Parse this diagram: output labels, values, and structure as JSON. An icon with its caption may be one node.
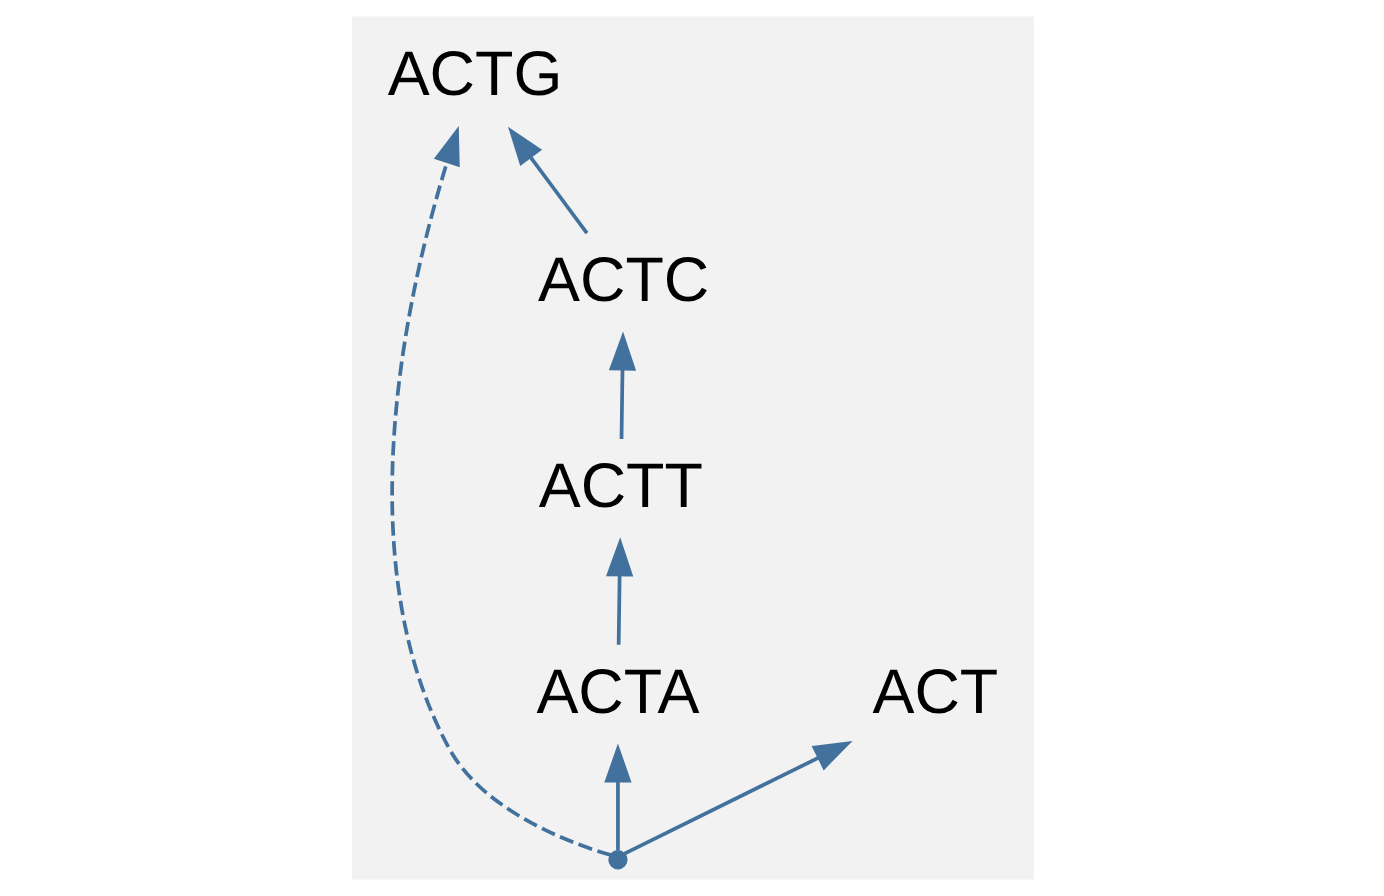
{
  "diagram": {
    "nodes": [
      {
        "text": [
          "ACTG"
        ]
      },
      {
        "text": [
          "ACTT"
        ]
      },
      {
        "text": [
          "ACTC"
        ]
      },
      {
        "text": [
          "ACTA"
        ]
      },
      {
        "text": [
          "ACT"
        ]
      },
      {
        "text": [],
        "shape": "point"
      }
    ],
    "edges": [
      {
        "from": 5,
        "to": 4,
        "arrow": "to"
      },
      {
        "from": 5,
        "to": 3,
        "arrow": "to"
      },
      {
        "from": 3,
        "to": 1,
        "arrow": "to"
      },
      {
        "from": 1,
        "to": 2,
        "arrow": "to"
      },
      {
        "from": 2,
        "to": 0,
        "arrow": "to"
      },
      {
        "from": 5,
        "to": 0,
        "arrow": "to",
        "style": "dashed"
      }
    ]
  }
}
